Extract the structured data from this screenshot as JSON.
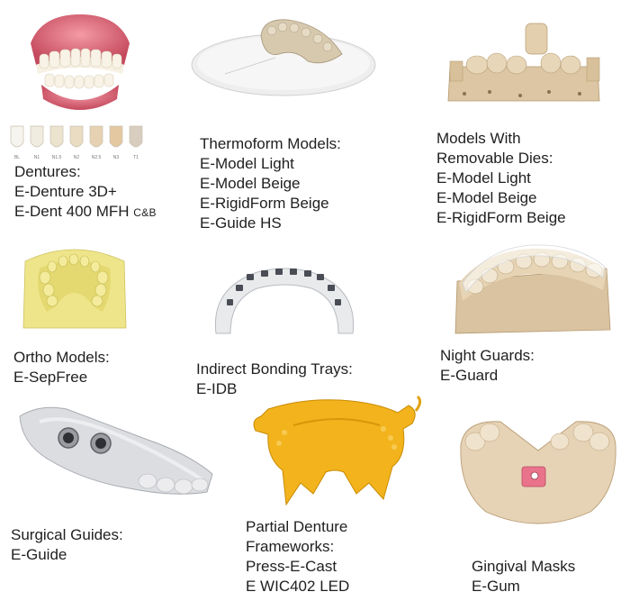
{
  "products": [
    {
      "id": "dentures",
      "title": "Dentures:",
      "lines": [
        "E-Denture 3D+",
        "E-Dent 400 MFH"
      ],
      "suffix": "C&B",
      "shades": [
        "BL",
        "N1",
        "N1.5",
        "N2",
        "N2.5",
        "N3",
        "T1"
      ]
    },
    {
      "id": "thermoform",
      "title": "Thermoform Models:",
      "lines": [
        "E-Model Light",
        "E-Model Beige",
        "E-RigidForm Beige",
        "E-Guide HS"
      ]
    },
    {
      "id": "removable-dies",
      "title": "Models With",
      "title2": "Removable Dies:",
      "lines": [
        "E-Model Light",
        "E-Model Beige",
        "E-RigidForm Beige"
      ]
    },
    {
      "id": "ortho",
      "title": "Ortho Models:",
      "lines": [
        "E-SepFree"
      ]
    },
    {
      "id": "bonding-trays",
      "title": "Indirect Bonding Trays:",
      "lines": [
        "E-IDB"
      ]
    },
    {
      "id": "night-guards",
      "title": "Night Guards:",
      "lines": [
        "E-Guard"
      ]
    },
    {
      "id": "surgical-guides",
      "title": "Surgical Guides:",
      "lines": [
        "E-Guide"
      ]
    },
    {
      "id": "partial-denture",
      "title": "Partial Denture",
      "title2": "Frameworks:",
      "lines": [
        "Press-E-Cast",
        "E WIC402 LED"
      ]
    },
    {
      "id": "gingival-masks",
      "title": "Gingival Masks",
      "lines": [
        "E-Gum"
      ]
    }
  ]
}
